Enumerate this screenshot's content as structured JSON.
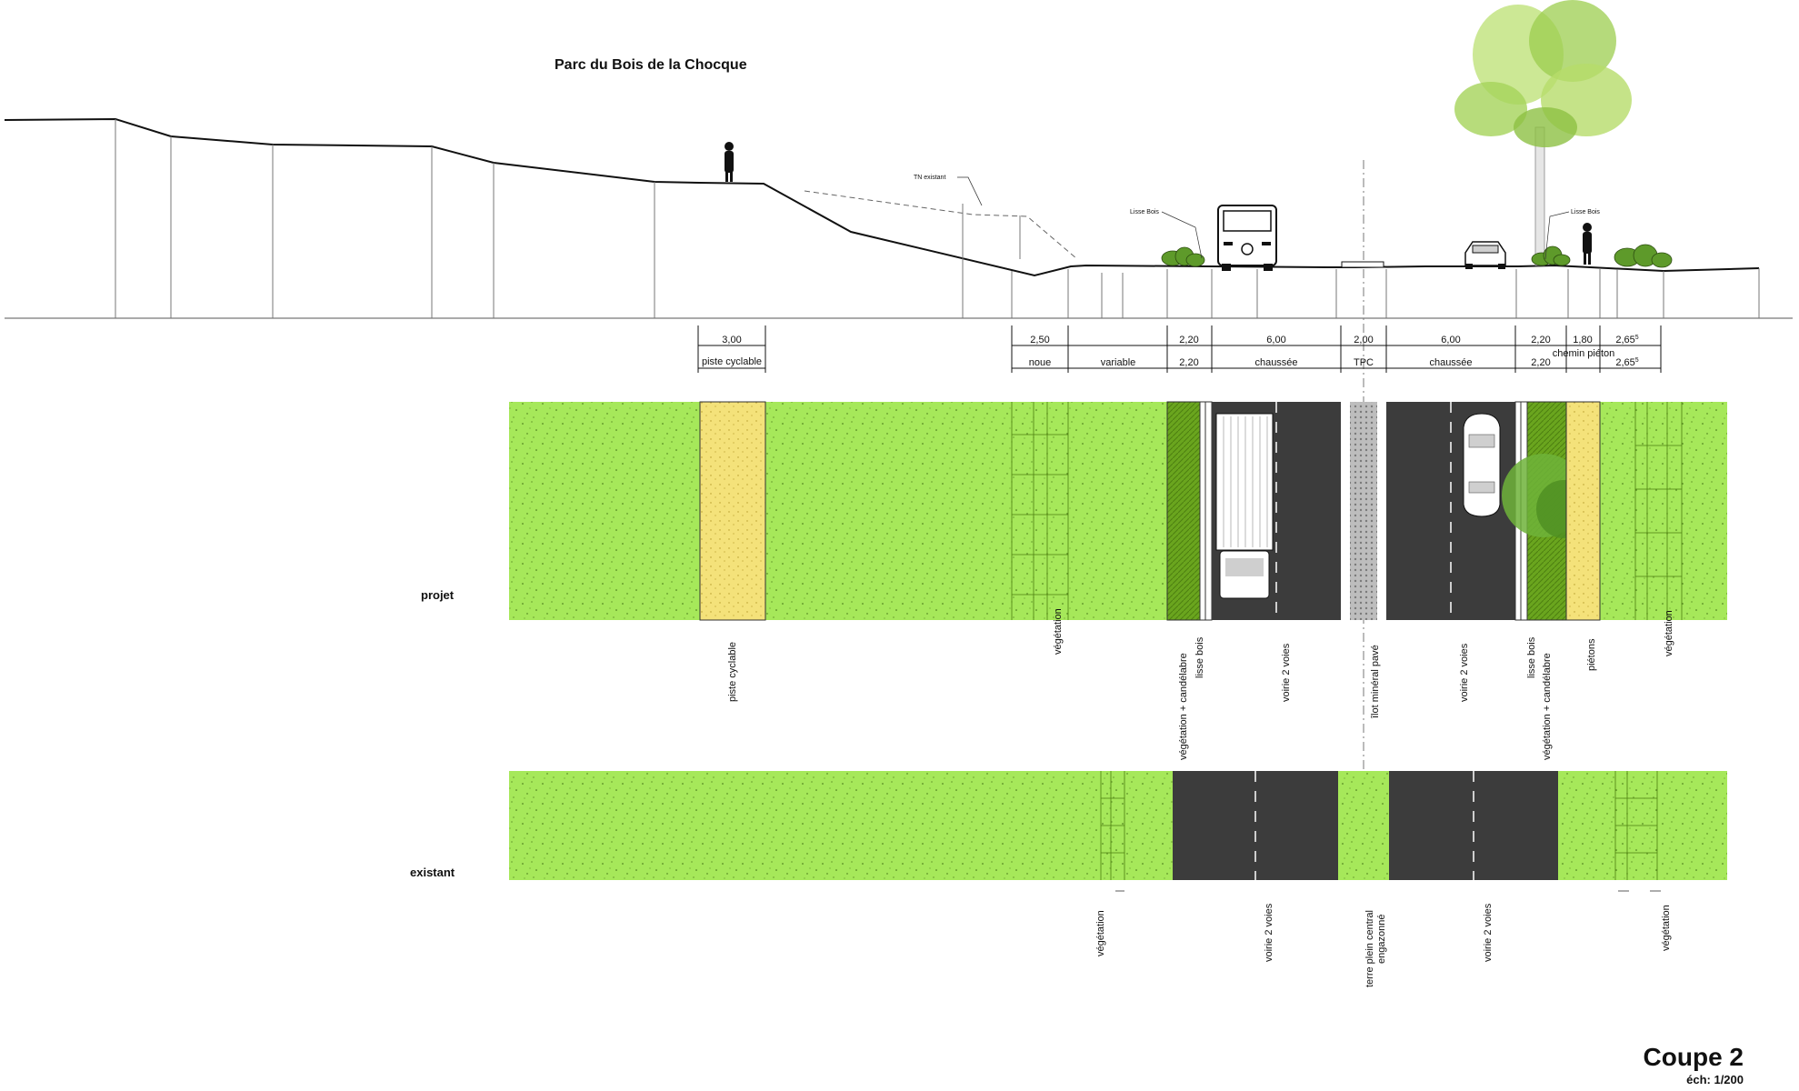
{
  "header": {
    "park_title": "Parc du Bois de la Chocque",
    "tn_label": "TN existant",
    "lisse_left": "Lisse Bois",
    "lisse_right": "Lisse Bois"
  },
  "dimensions": {
    "piste": {
      "value": "3,00",
      "name": "piste cyclable"
    },
    "groups": [
      {
        "value": "2,50",
        "name": "noue"
      },
      {
        "value": "",
        "name": "variable"
      },
      {
        "value": "2,20",
        "name": "2,20"
      },
      {
        "value": "6,00",
        "name": "chaussée"
      },
      {
        "value": "2,00",
        "name": "TPC"
      },
      {
        "value": "6,00",
        "name": "chaussée"
      },
      {
        "value": "2,20",
        "name": "2,20"
      },
      {
        "value": "1,80",
        "name": "chemin piéton"
      },
      {
        "value": "2,65",
        "sup": "5",
        "name": "2,65",
        "name_sup": "5"
      }
    ]
  },
  "side_labels": {
    "projet": "projet",
    "existant": "existant"
  },
  "projet_labels": [
    "piste cyclable",
    "végétation",
    "végétation + candélabre",
    "lisse bois",
    "voirie 2 voies",
    "îlot minéral pavé",
    "voirie 2 voies",
    "lisse bois",
    "végétation + candélabre",
    "piétons",
    "végétation"
  ],
  "existant_labels": [
    "végétation",
    "voirie 2 voies",
    "terre plein central",
    "engazonné",
    "voirie 2 voies",
    "végétation"
  ],
  "footer": {
    "title": "Coupe 2",
    "scale": "éch: 1/200"
  },
  "colors": {
    "grass": "#a6e85a",
    "grass_dark": "#6aa51e",
    "sand": "#f4e27a",
    "road": "#3c3c3c",
    "paved": "#bdbdbd"
  }
}
